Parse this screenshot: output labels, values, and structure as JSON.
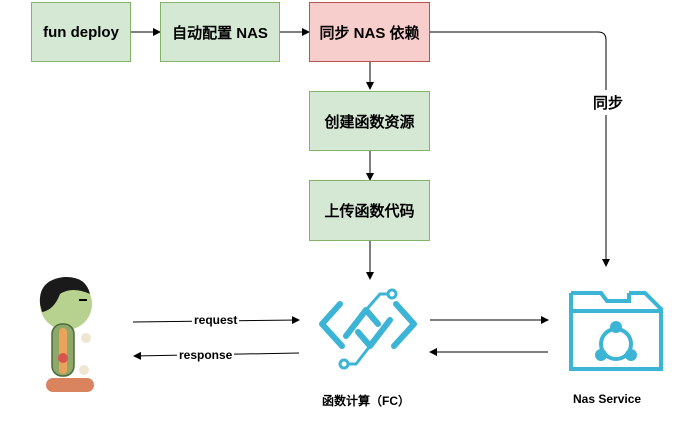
{
  "steps": {
    "fun_deploy": "fun deploy",
    "auto_config_nas": "自动配置 NAS",
    "sync_nas_deps": "同步 NAS 依赖",
    "create_function": "创建函数资源",
    "upload_code": "上传函数代码"
  },
  "edges": {
    "sync": "同步",
    "request": "request",
    "response": "response"
  },
  "nodes": {
    "fc": "函数计算（FC）",
    "nas": "Nas Service"
  },
  "colors": {
    "step_fill": "#d5e8d4",
    "step_border": "#82b366",
    "highlight_fill": "#f8cecc",
    "highlight_border": "#b85450",
    "icon_blue": "#3cb4d6"
  },
  "icons": [
    "user-figure-icon",
    "function-compute-icon",
    "nas-folder-icon"
  ]
}
